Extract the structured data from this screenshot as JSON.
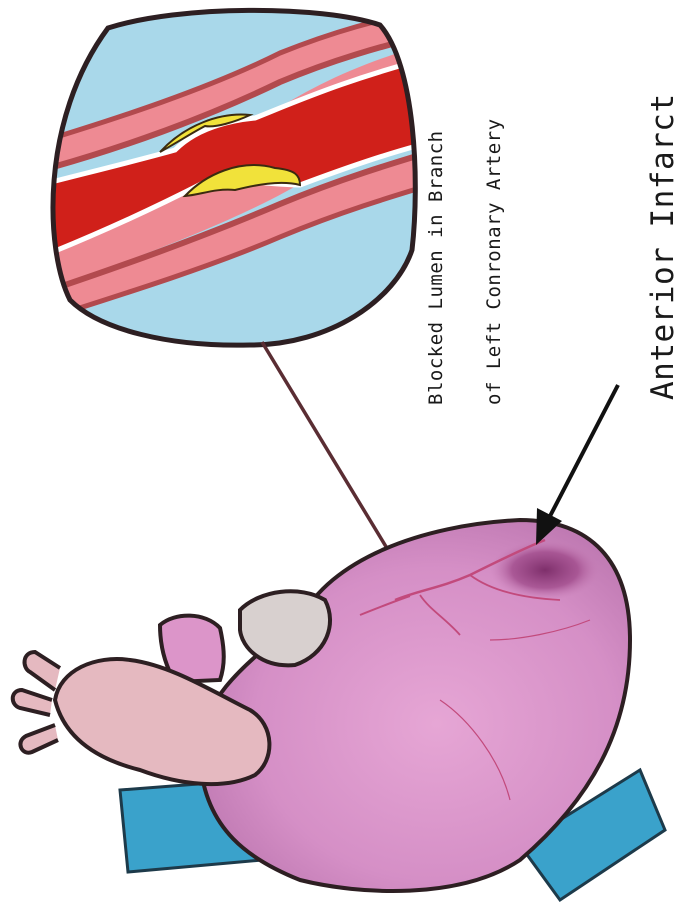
{
  "labels": {
    "blocked_line1": "Blocked Lumen in Branch",
    "blocked_line2": "of Left Conronary Artery",
    "infarct": "Anterior Infarct"
  },
  "colors": {
    "heart": "#dc95c9",
    "heart_shade": "#c77fb6",
    "infarct": "#93407e",
    "vessel_blue": "#3aa2cb",
    "aorta_pink": "#e5b9c0",
    "fluid_blue": "#a9d8ea",
    "blood_red": "#d0201a",
    "wall_pink": "#ee8a93",
    "wall_dark": "#b24a4e",
    "plaque_yellow": "#f1e23a",
    "outline": "#2d1f22"
  }
}
